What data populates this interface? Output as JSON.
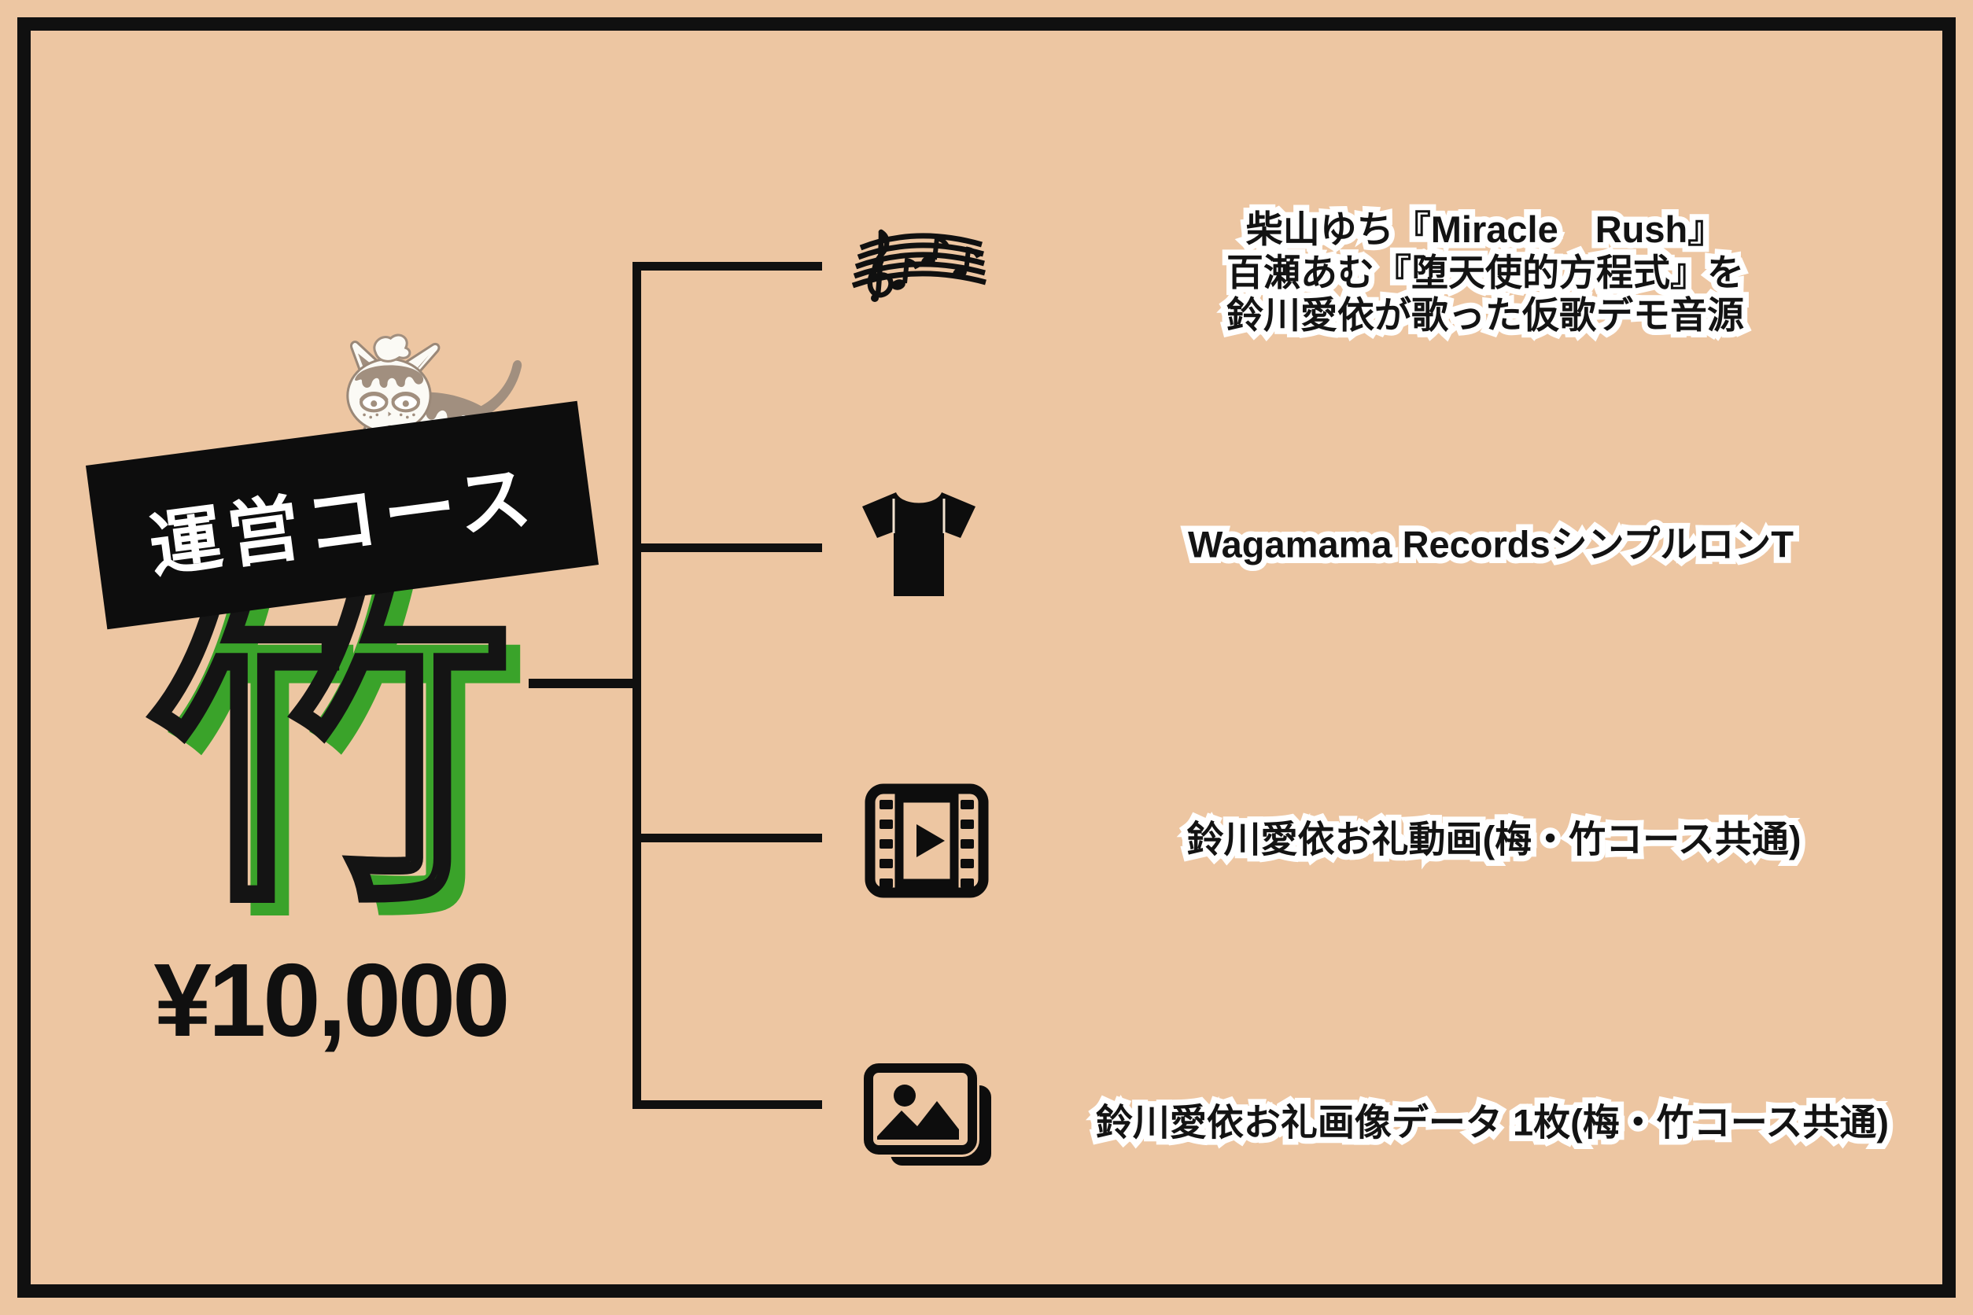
{
  "palette": {
    "background": "#EDC6A2",
    "ink": "#101010",
    "tier_green": "#3AA32A",
    "banner_background": "#0D0D0D",
    "banner_text": "#FFFFFF",
    "halo": "#FFFFFF",
    "cat_patch": "#A18F7F",
    "cat_body": "#FBFAF5"
  },
  "banner": {
    "label": "運営コース"
  },
  "tier": {
    "kanji": "竹",
    "price": "¥10,000"
  },
  "rewards": [
    {
      "icon": "music-score-icon",
      "lines": [
        "柴山ゆち『Miracle　Rush』",
        "百瀬あむ『堕天使的方程式』を",
        "鈴川愛依が歌った仮歌デモ音源"
      ]
    },
    {
      "icon": "tshirt-icon",
      "lines": [
        "Wagamama RecordsシンプルロンT"
      ]
    },
    {
      "icon": "film-video-icon",
      "lines": [
        "鈴川愛依お礼動画(梅・竹コース共通)"
      ]
    },
    {
      "icon": "photo-stack-icon",
      "lines": [
        "鈴川愛依お礼画像データ 1枚(梅・竹コース共通)"
      ]
    }
  ]
}
